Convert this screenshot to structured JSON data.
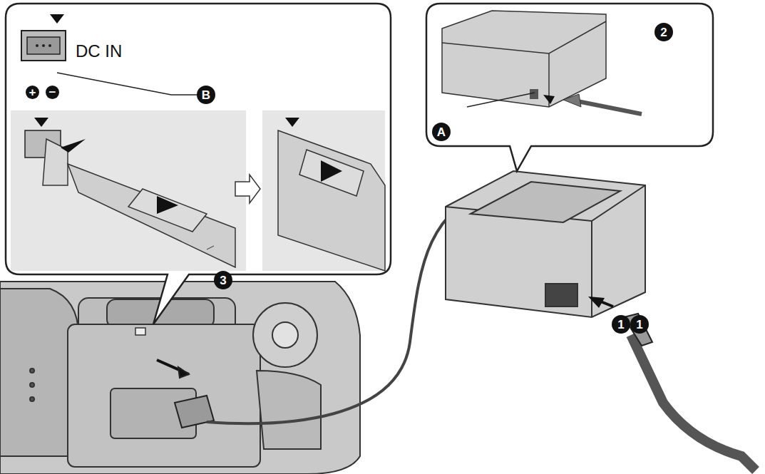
{
  "diagram": {
    "labels": [
      "DC IN",
      "+",
      "−",
      "B",
      "2",
      "A",
      "3",
      "1",
      "1"
    ]
  }
}
